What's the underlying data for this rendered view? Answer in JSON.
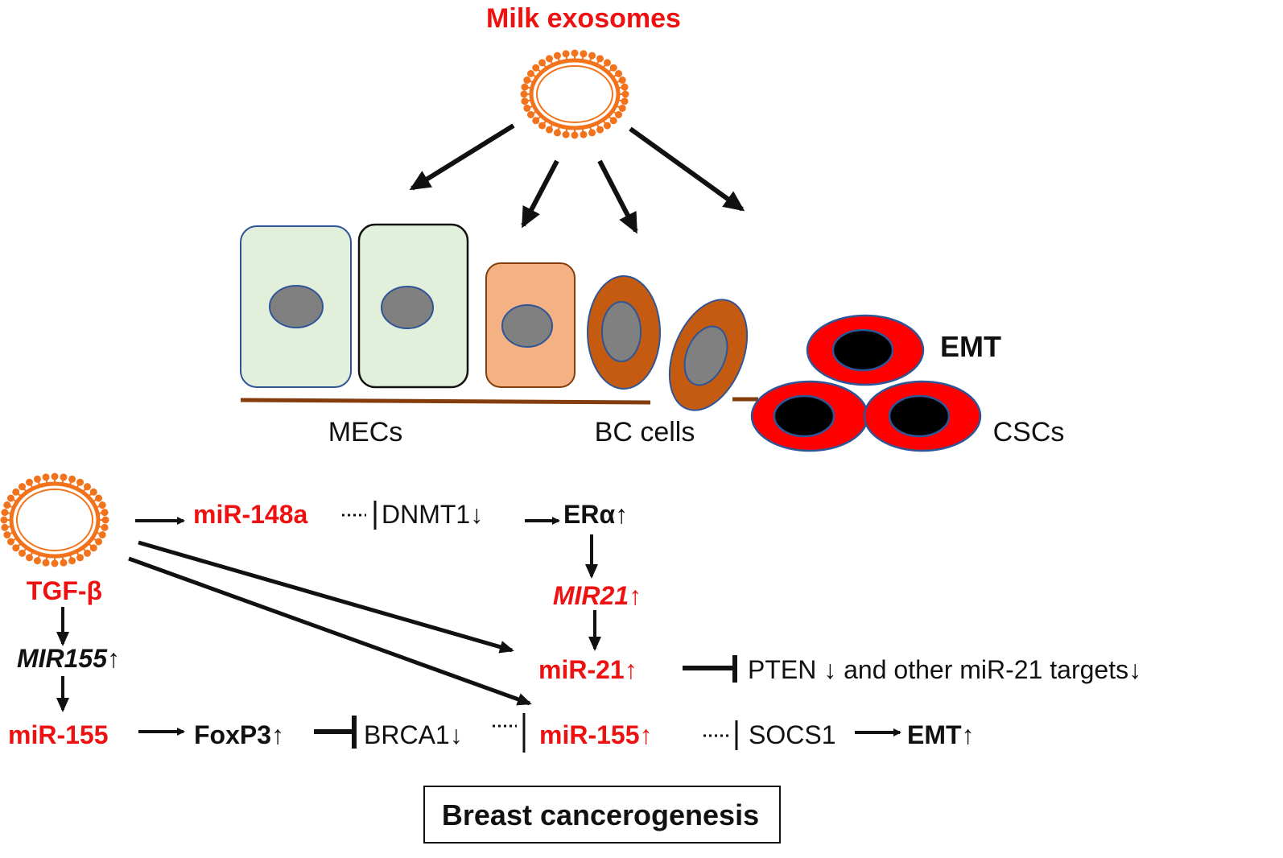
{
  "title": "Milk exosomes",
  "cell_labels": {
    "mecs": "MECs",
    "bc_cells": "BC cells",
    "cscs": "CSCs",
    "emt": "EMT"
  },
  "pathway": {
    "tgf_beta": "TGF-β",
    "mir_148a": "miR-148a",
    "dnmt1": "DNMT1↓",
    "er_alpha": "ERα↑",
    "mir21_gene": "MIR21↑",
    "mir_21": "miR-21↑",
    "pten": "PTEN ↓ and other miR-21 targets↓",
    "mir155_gene": "MIR155↑",
    "mir_155_left": "miR-155",
    "foxp3": "FoxP3↑",
    "brca1": "BRCA1↓",
    "mir_155_mid": "miR-155↑",
    "socs1": "SOCS1",
    "emt_end": "EMT↑"
  },
  "footer_box": "Breast cancerogenesis",
  "colors": {
    "accent_red": "#ee1111",
    "exosome_orange": "#f2731c",
    "mec_fill": "#e2efda",
    "bc_light": "#f4b183",
    "bc_dark": "#c55a11",
    "nucleus_gray": "#808080",
    "nucleus_border": "#2f5597",
    "basement_brown": "#843c0c",
    "csc_red": "#ff0000",
    "csc_nucleus": "#000000"
  }
}
